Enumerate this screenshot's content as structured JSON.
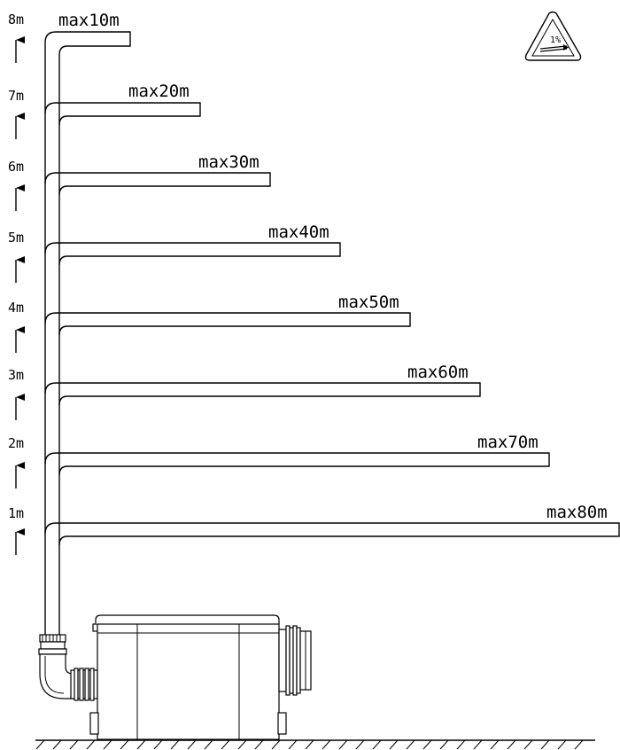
{
  "diagram": {
    "height_labels": [
      "8m",
      "7m",
      "6m",
      "5m",
      "4m",
      "3m",
      "2m",
      "1m"
    ],
    "run_labels": [
      "max10m",
      "max20m",
      "max30m",
      "max40m",
      "max50m",
      "max60m",
      "max70m",
      "max80m"
    ],
    "slope_sign_text": "1%"
  }
}
